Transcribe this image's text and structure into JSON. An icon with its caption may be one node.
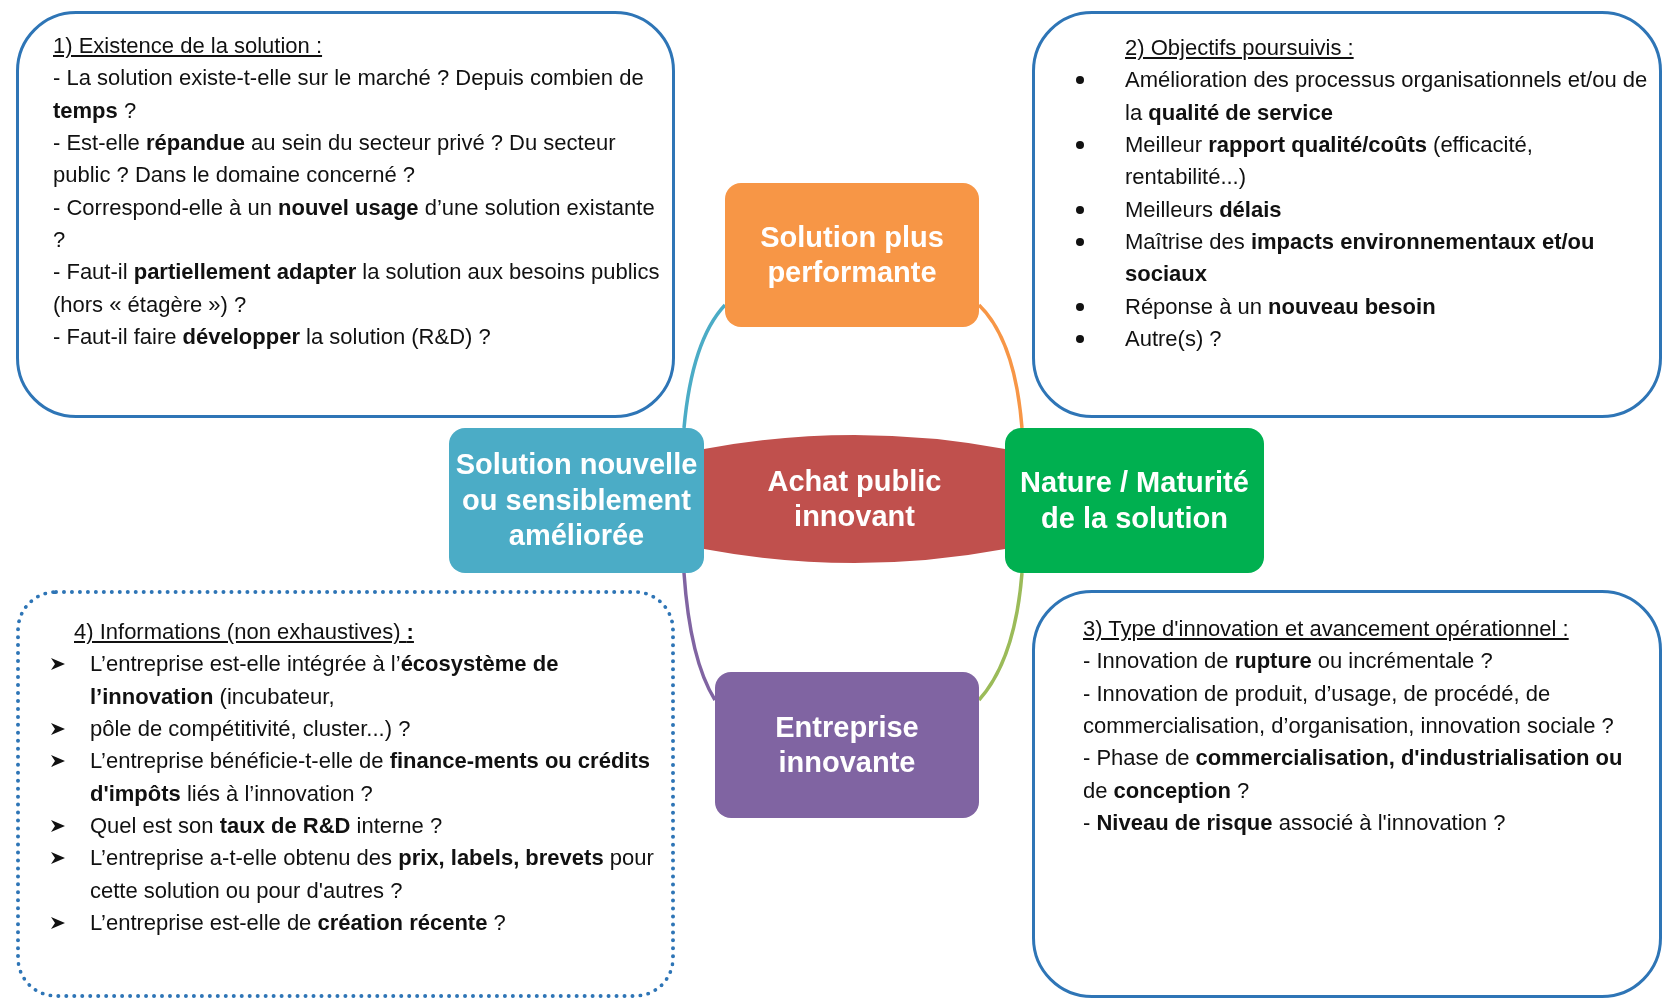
{
  "diagram": {
    "nodes": [
      {
        "text": [
          "1) Existence de la solution :",
          "- La solution existe-t-elle sur le marché ? Depuis combien de **temps** ?",
          "- Est-elle **répandue** au sein du secteur privé ? Du secteur public ? Dans le domaine concerné ?",
          "- Correspond-elle à un **nouvel usage** d’une solution existante ?",
          "- Faut-il **partiellement adapter** la solution aux besoins publics (hors « étagère ») ?",
          "- Faut-il faire **développer** la solution (R&D) ?"
        ]
      },
      {
        "text": [
          "2) Objectifs poursuivis :",
          "Amélioration des processus organisationnels et/ou de la **qualité de service**",
          "Meilleur **rapport qualité/coûts** (efficacité, rentabilité...)",
          "Meilleurs **délais**",
          "Maîtrise des **impacts environnementaux et/ou sociaux**",
          "Réponse à un **nouveau besoin**",
          "Autre(s) ?"
        ]
      },
      {
        "text": [
          "3) Type d'innovation et avancement opérationnel :",
          "- Innovation de **rupture** ou incrémentale ?",
          "- Innovation de produit, d’usage, de procédé, de commercialisation, d’organisation, innovation sociale ?",
          "- Phase de **commercialisation, d'industrialisation ou** de **conception** ?",
          "- **Niveau de risque** associé à l'innovation ?"
        ]
      },
      {
        "text": [
          "4) Informations (non exhaustives) **:**",
          "L’entreprise est-elle intégrée à l’**écosystème de l’innovation** (incubateur,",
          "pôle de compétitivité, cluster...) ?",
          "L’entreprise bénéficie-t-elle de **finance-ments ou crédits d'impôts** liés à l’innovation ?",
          "Quel est son **taux de R&D** interne ?",
          "L’entreprise a-t-elle obtenu des **prix, labels, brevets** pour cette solution ou pour d'autres ?",
          "L’entreprise est-elle de **création récente** ?"
        ]
      },
      {
        "text": [
          "Solution plus performante"
        ]
      },
      {
        "text": [
          "Solution nouvelle ou sensiblement améliorée"
        ]
      },
      {
        "text": [
          "Achat public innovant"
        ]
      },
      {
        "text": [
          "Nature / Maturité de la solution"
        ]
      },
      {
        "text": [
          "Entreprise innovante"
        ]
      }
    ],
    "edges": [
      {
        "from": 5,
        "to": 4,
        "arrow": "none",
        "color": "#4bacc6"
      },
      {
        "from": 4,
        "to": 7,
        "arrow": "none",
        "color": "#f79646"
      },
      {
        "from": 7,
        "to": 8,
        "arrow": "none",
        "color": "#9bbb59"
      },
      {
        "from": 8,
        "to": 5,
        "arrow": "none",
        "color": "#8064a2"
      }
    ]
  }
}
